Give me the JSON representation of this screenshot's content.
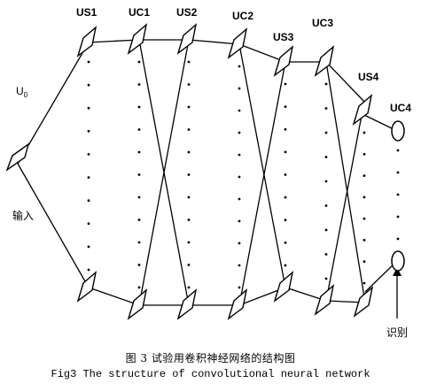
{
  "diagram": {
    "layer_labels": {
      "us1": "US1",
      "uc1": "UC1",
      "us2": "US2",
      "uc2": "UC2",
      "us3": "US3",
      "uc3": "UC3",
      "us4": "US4",
      "uc4": "UC4"
    },
    "input_layer_label_base": "U",
    "input_layer_label_sub": "0",
    "input_text": "输入",
    "output_text": "识别"
  },
  "caption": {
    "chinese": "图 3 试验用卷积神经网络的结构图",
    "english": "Fig3 The structure of convolutional neural network"
  }
}
